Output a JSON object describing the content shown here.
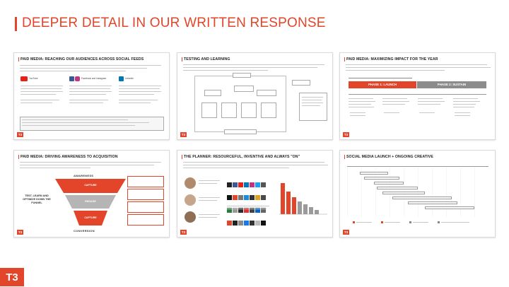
{
  "page": {
    "title": "DEEPER DETAIL IN OUR WRITTEN RESPONSE",
    "logo": "T3"
  },
  "colors": {
    "accent": "#e2452a",
    "gray": "#9a9a9a"
  },
  "slides": [
    {
      "title": "PAID MEDIA: REACHING OUR AUDIENCES ACROSS SOCIAL FEEDS",
      "columns": [
        {
          "icon": "youtube-icon",
          "label": "YouTube"
        },
        {
          "icon": "facebook-instagram-icon",
          "label": "Facebook and Instagram"
        },
        {
          "icon": "linkedin-icon",
          "label": "LinkedIn"
        }
      ]
    },
    {
      "title": "TESTING AND LEARNING"
    },
    {
      "title": "PAID MEDIA: MAXIMIZING IMPACT FOR THE YEAR",
      "phases": [
        "PHASE 1: LAUNCH",
        "PHASE 2: SUSTAIN"
      ]
    },
    {
      "title": "PAID MEDIA: DRIVING AWARENESS TO ACQUISITION",
      "funnel": {
        "top_label": "AWARENESS",
        "bottom_label": "CONVERSION",
        "stages": [
          "CAPTURE",
          "ENGAGE",
          "CAPTURE"
        ],
        "side_label": "TEST, LEARN AND OPTIMIZE DOWN THE FUNNEL"
      }
    },
    {
      "title": "THE PLANNER: RESOURCEFUL, INVENTIVE AND ALWAYS \"ON\""
    },
    {
      "title": "SOCIAL MEDIA LAUNCH + ONGOING CREATIVE"
    }
  ]
}
